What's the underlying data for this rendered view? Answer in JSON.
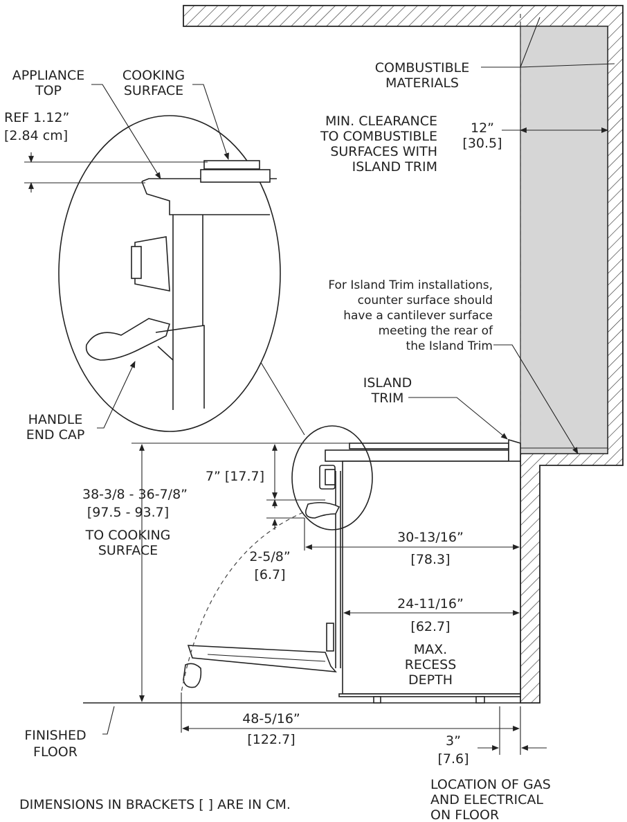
{
  "labels": {
    "appliance_top_1": "APPLIANCE",
    "appliance_top_2": "TOP",
    "cooking_surface_1": "COOKING",
    "cooking_surface_2": "SURFACE",
    "ref_1": "REF 1.12”",
    "ref_2": "[2.84 cm]",
    "combustible_1": "COMBUSTIBLE",
    "combustible_2": "MATERIALS",
    "min_clearance_1": "MIN. CLEARANCE",
    "min_clearance_2": "TO COMBUSTIBLE",
    "min_clearance_3": "SURFACES WITH",
    "min_clearance_4": "ISLAND TRIM",
    "clear12_1": "12”",
    "clear12_2": "[30.5]",
    "note_1": "For Island Trim installations,",
    "note_2": "counter surface should",
    "note_3": "have a cantilever surface",
    "note_4": "meeting the rear of",
    "note_5": "the Island Trim",
    "island_trim_1": "ISLAND",
    "island_trim_2": "TRIM",
    "handle_1": "HANDLE",
    "handle_2": "END CAP",
    "height_1": "38-3/8 - 36-7/8”",
    "height_2": "[97.5 - 93.7]",
    "height_3": "TO COOKING",
    "height_4": "SURFACE",
    "d7": "7” [17.7]",
    "d258_1": "2-5/8”",
    "d258_2": "[6.7]",
    "d30_1": "30-13/16”",
    "d30_2": "[78.3]",
    "d24_1": "24-11/16”",
    "d24_2": "[62.7]",
    "recess_1": "MAX.",
    "recess_2": "RECESS",
    "recess_3": "DEPTH",
    "d48_1": "48-5/16”",
    "d48_2": "[122.7]",
    "d3_1": "3”",
    "d3_2": "[7.6]",
    "floor_1": "FINISHED",
    "floor_2": "FLOOR",
    "gas_1": "LOCATION OF GAS",
    "gas_2": "AND ELECTRICAL",
    "gas_3": "ON FLOOR",
    "footnote": "DIMENSIONS IN BRACKETS  [  ] ARE IN CM."
  }
}
